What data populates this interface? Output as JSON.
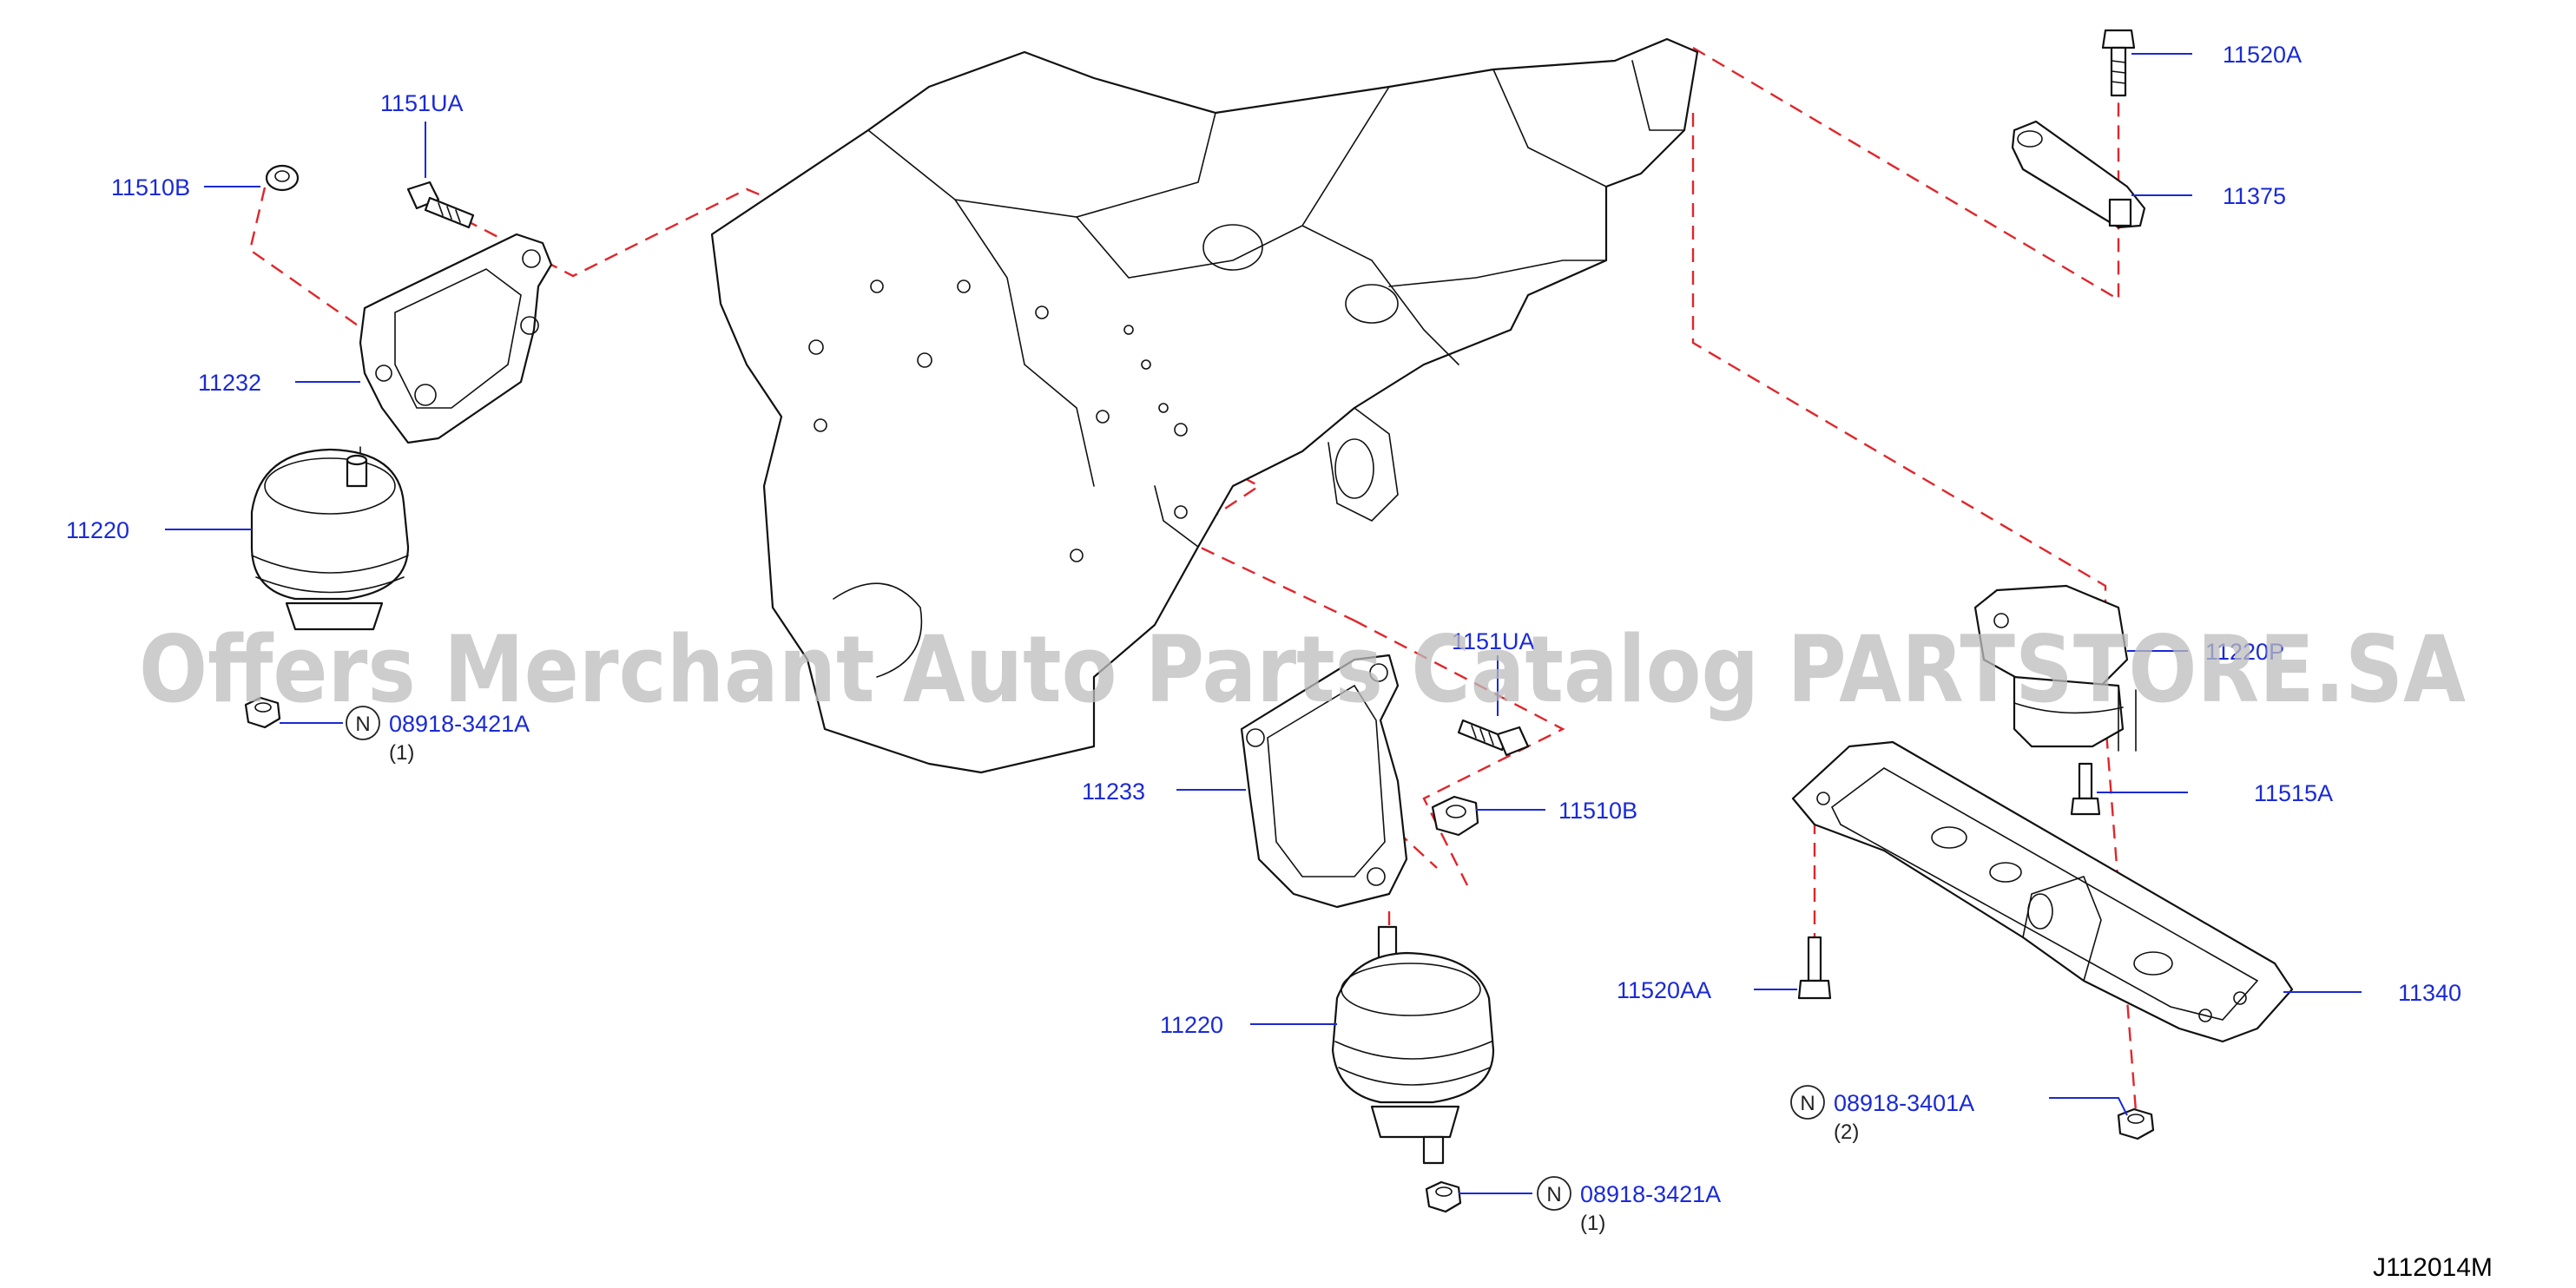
{
  "callouts": {
    "p_1151UA_top": "1151UA",
    "p_11510B_left": "11510B",
    "p_11232": "11232",
    "p_11220_left": "11220",
    "p_08918_3421A_left": "08918-3421A",
    "q_left": "(1)",
    "p_1151UA_mid": "1151UA",
    "p_11233": "11233",
    "p_11510B_mid": "11510B",
    "p_11220_mid": "11220",
    "p_08918_3421A_mid": "08918-3421A",
    "q_mid": "(1)",
    "p_11520A": "11520A",
    "p_11375": "11375",
    "p_11220P": "11220P",
    "p_11515A": "11515A",
    "p_11520AA": "11520AA",
    "p_11340": "11340",
    "p_08918_3401A": "08918-3401A",
    "q_right": "(2)"
  },
  "nut_symbol": "N",
  "watermark": "Offers Merchant Auto Parts Catalog PARTSTORE.SA",
  "diagram_code": "J112014M",
  "colors": {
    "callout_text": "#1a2ad6",
    "phantom_line": "#e0262b",
    "line_art": "#111111",
    "watermark": "#bdbdbd"
  }
}
